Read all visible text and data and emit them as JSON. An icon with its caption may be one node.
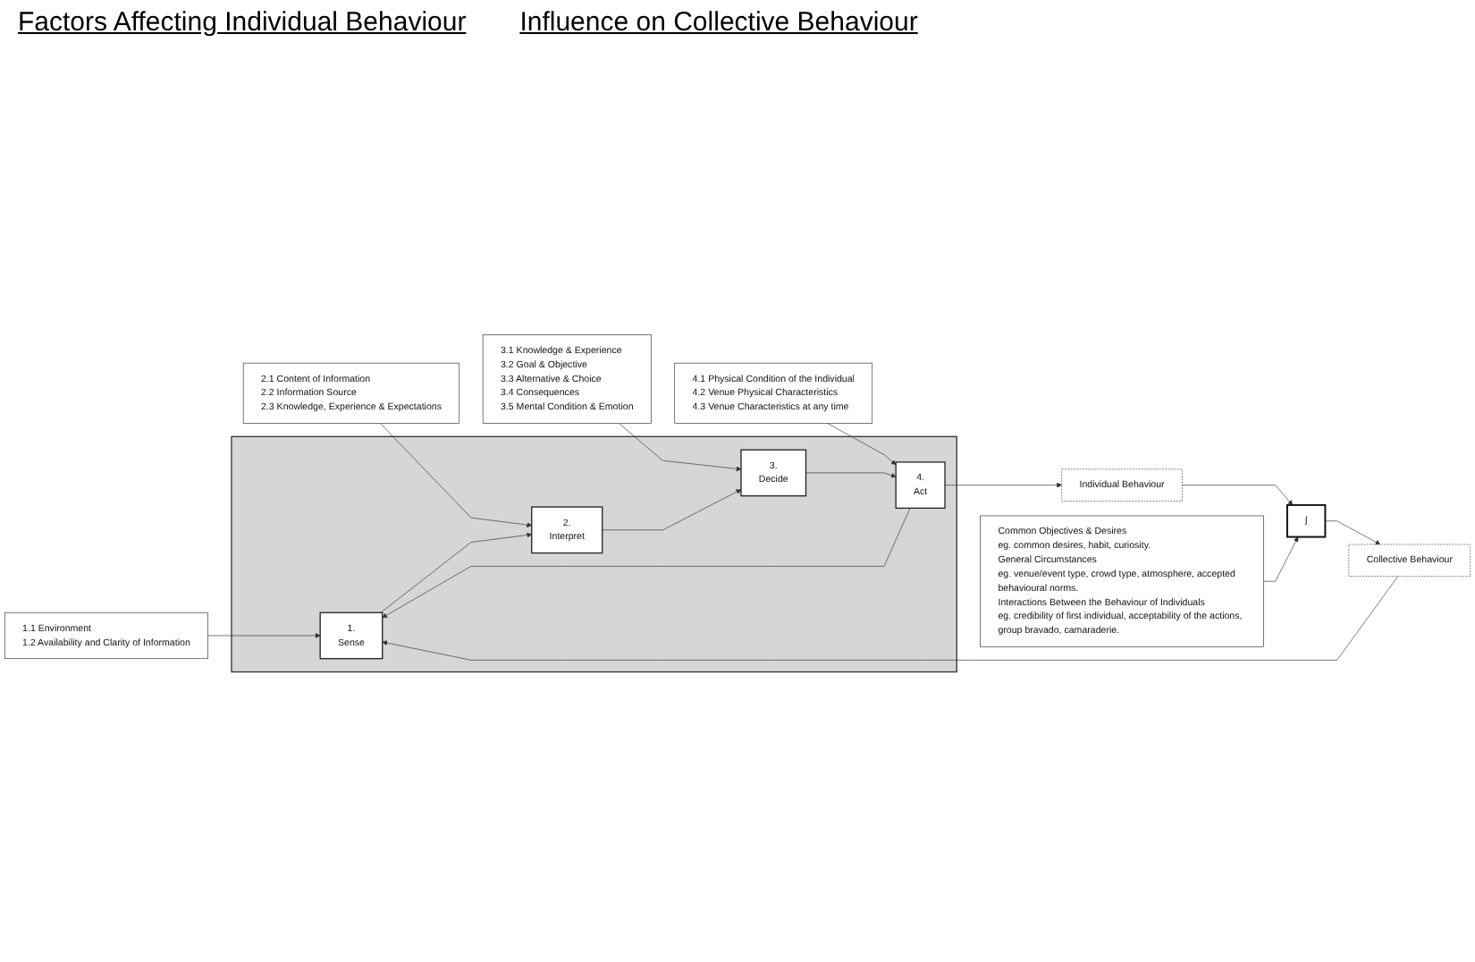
{
  "diagram": {
    "title": "Factors Affecting Individual Behaviour",
    "nodes": [
      {
        "text": [
          "1.1 Environment",
          "1.2 Availability and Clarity of Information"
        ]
      },
      {
        "text": [
          "2.1 Content of Information",
          "2.2 Information Source",
          "2.3 Knowledge, Experience & Expectations"
        ]
      },
      {
        "text": [
          "3.1 Knowledge & Experience",
          "3.2 Goal & Objective",
          "3.3 Alternative & Choice",
          "3.4 Consequences",
          "3.5 Mental Condition & Emotion"
        ]
      },
      {
        "text": [
          "4.1 Physical Condition of the Individual",
          "4.2 Venue Physical Characteristics",
          "4.3 Venue Characteristics at any time"
        ]
      },
      {
        "text": [],
        "shape": "box"
      },
      {
        "text": [
          "1.",
          "Sense"
        ],
        "in": 4
      },
      {
        "text": [
          "2.",
          "Interpret"
        ],
        "in": 4
      },
      {
        "text": [
          "3.",
          "Decide"
        ],
        "in": 4
      },
      {
        "text": [
          "4.",
          "Act"
        ],
        "in": 4
      },
      {
        "text": [
          "Individual Behaviour"
        ]
      },
      {
        "text": [
          "∫"
        ]
      },
      {
        "text": [
          "Collective Behaviour"
        ]
      },
      {
        "text": [
          "Common Objectives & Desires",
          "eg. common desires, habit, curiosity.",
          "General Circumstances",
          "eg. venue/event type, crowd type, atmosphere, accepted behavioural norms.",
          "Interactions Between the Behaviour of Individuals",
          "eg. credibility of first individual, acceptability of the actions, group bravado, camaraderie."
        ]
      }
    ],
    "edges": [
      {
        "from": 0,
        "to": 5,
        "arrow": "to"
      },
      {
        "from": 1,
        "to": 6,
        "arrow": "to"
      },
      {
        "from": 2,
        "to": 7,
        "arrow": "to"
      },
      {
        "from": 3,
        "to": 8,
        "arrow": "to"
      },
      {
        "from": 5,
        "to": 6,
        "arrow": "to"
      },
      {
        "from": 6,
        "to": 7,
        "arrow": "to"
      },
      {
        "from": 7,
        "to": 8,
        "arrow": "to"
      },
      {
        "from": 8,
        "to": 9,
        "arrow": "to"
      },
      {
        "from": 8,
        "to": 5,
        "arrow": "to"
      },
      {
        "from": 9,
        "to": 10,
        "arrow": "to"
      },
      {
        "from": 12,
        "to": 10,
        "arrow": "to"
      },
      {
        "from": 10,
        "to": 11,
        "arrow": "to"
      },
      {
        "from": 11,
        "to": 5,
        "arrow": "to"
      }
    ],
    "labels": [
      "Influence on Collective Behaviour"
    ]
  }
}
